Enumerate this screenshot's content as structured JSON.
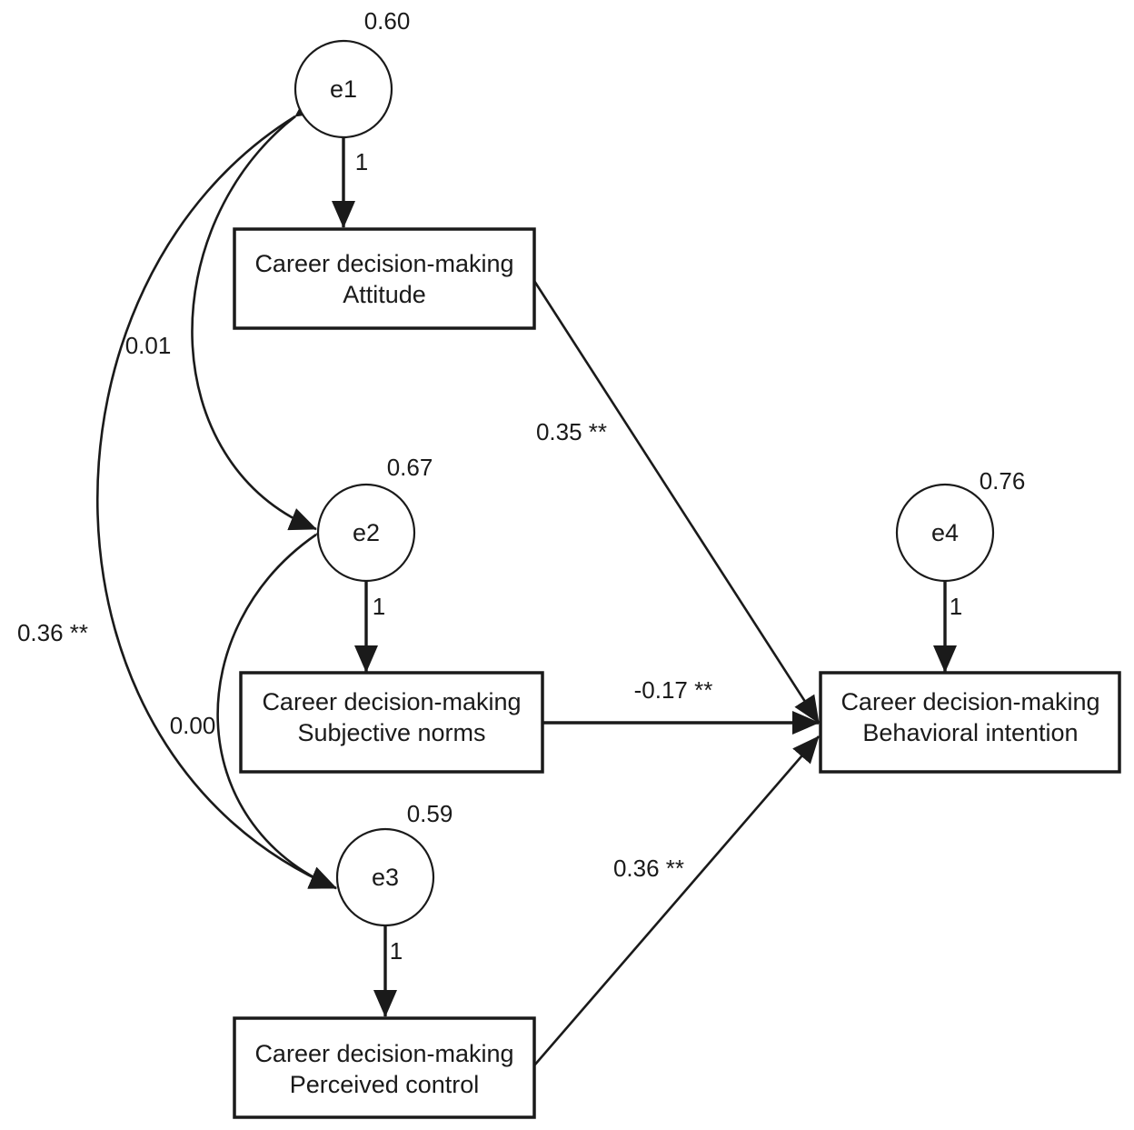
{
  "nodes": {
    "attitude": {
      "line1": "Career decision-making",
      "line2": "Attitude"
    },
    "norms": {
      "line1": "Career decision-making",
      "line2": "Subjective norms"
    },
    "control": {
      "line1": "Career decision-making",
      "line2": "Perceived control"
    },
    "intention": {
      "line1": "Career decision-making",
      "line2": "Behavioral intention"
    }
  },
  "errors": {
    "e1": {
      "label": "e1",
      "variance": "0.60"
    },
    "e2": {
      "label": "e2",
      "variance": "0.67"
    },
    "e3": {
      "label": "e3",
      "variance": "0.59"
    },
    "e4": {
      "label": "e4",
      "variance": "0.76"
    }
  },
  "loadings": {
    "e1": "1",
    "e2": "1",
    "e3": "1",
    "e4": "1"
  },
  "covariances": {
    "e1_e2": "0.01",
    "e2_e3": "0.00",
    "e1_e3": "0.36 **"
  },
  "paths": {
    "attitude_intention": "0.35 **",
    "norms_intention": "-0.17 **",
    "control_intention": "0.36 **"
  }
}
